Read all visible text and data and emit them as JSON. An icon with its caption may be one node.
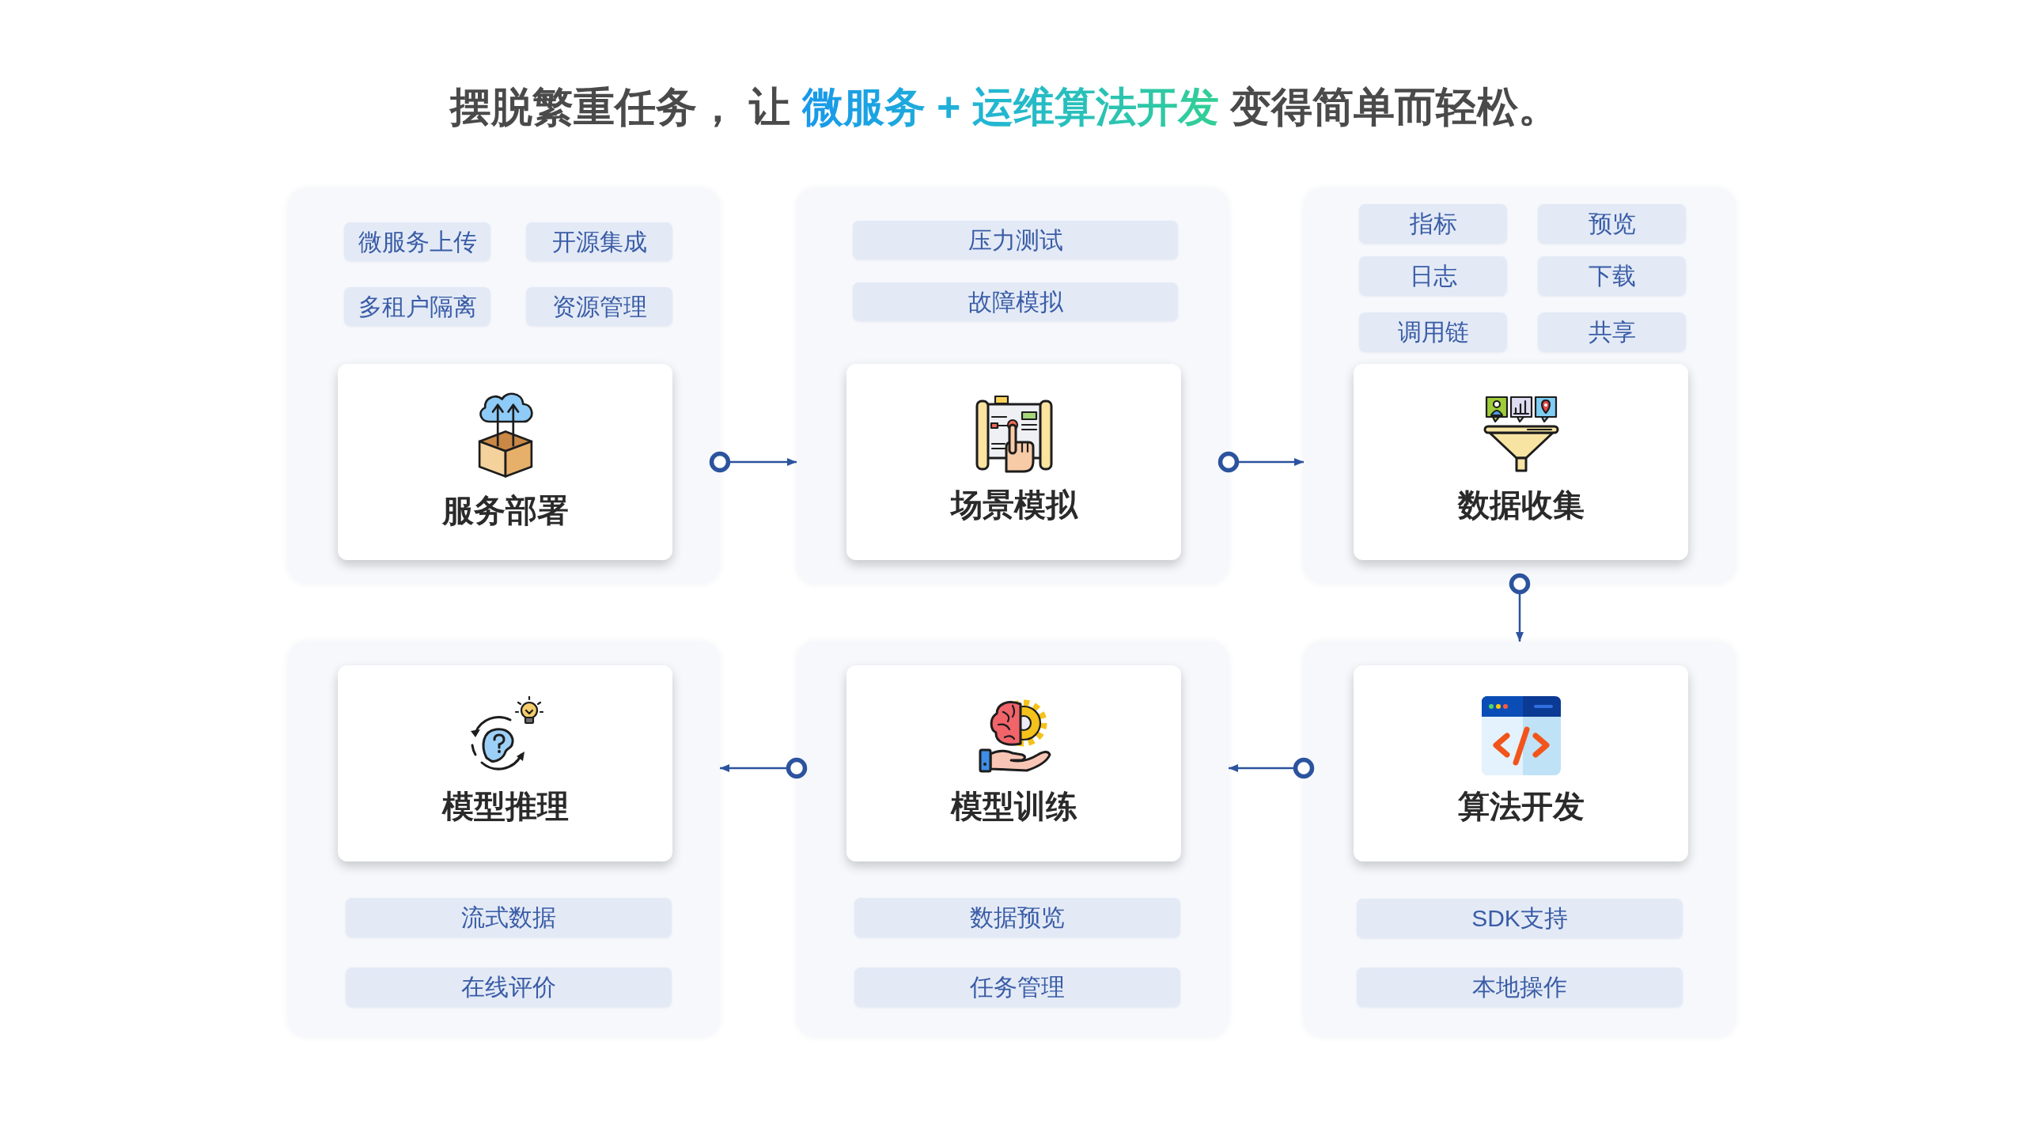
{
  "diagram": {
    "title": "摆脱繁重任务， 让 **微服务 + 运维算法开发** 变得简单而轻松。",
    "nodes": [
      {
        "text": [],
        "shape": "box"
      },
      {
        "text": [
          "微服务上传"
        ],
        "in": 0
      },
      {
        "text": [
          "开源集成"
        ],
        "in": 0
      },
      {
        "text": [
          "多租户隔离"
        ],
        "in": 0
      },
      {
        "text": [
          "资源管理"
        ],
        "in": 0
      },
      {
        "text": [
          "服务部署"
        ],
        "in": 0
      },
      {
        "text": [],
        "shape": "box"
      },
      {
        "text": [
          "压力测试"
        ],
        "in": 6
      },
      {
        "text": [
          "故障模拟"
        ],
        "in": 6
      },
      {
        "text": [
          "场景模拟"
        ],
        "in": 6
      },
      {
        "text": [],
        "shape": "box"
      },
      {
        "text": [
          "指标"
        ],
        "in": 10
      },
      {
        "text": [
          "预览"
        ],
        "in": 10
      },
      {
        "text": [
          "日志"
        ],
        "in": 10
      },
      {
        "text": [
          "下载"
        ],
        "in": 10
      },
      {
        "text": [
          "调用链"
        ],
        "in": 10
      },
      {
        "text": [
          "共享"
        ],
        "in": 10
      },
      {
        "text": [
          "数据收集"
        ],
        "in": 10
      },
      {
        "text": [],
        "shape": "box"
      },
      {
        "text": [
          "模型推理"
        ],
        "in": 18
      },
      {
        "text": [
          "流式数据"
        ],
        "in": 18
      },
      {
        "text": [
          "在线评价"
        ],
        "in": 18
      },
      {
        "text": [],
        "shape": "box"
      },
      {
        "text": [
          "模型训练"
        ],
        "in": 22
      },
      {
        "text": [
          "数据预览"
        ],
        "in": 22
      },
      {
        "text": [
          "任务管理"
        ],
        "in": 22
      },
      {
        "text": [],
        "shape": "box"
      },
      {
        "text": [
          "算法开发"
        ],
        "in": 26
      },
      {
        "text": [
          "SDK支持"
        ],
        "in": 26
      },
      {
        "text": [
          "本地操作"
        ],
        "in": 26
      }
    ],
    "edges": [
      {
        "from": 0,
        "to": 6,
        "arrow": "to"
      },
      {
        "from": 6,
        "to": 10,
        "arrow": "to"
      },
      {
        "from": 10,
        "to": 26,
        "arrow": "to"
      },
      {
        "from": 26,
        "to": 22,
        "arrow": "to"
      },
      {
        "from": 22,
        "to": 18,
        "arrow": "to"
      }
    ]
  }
}
